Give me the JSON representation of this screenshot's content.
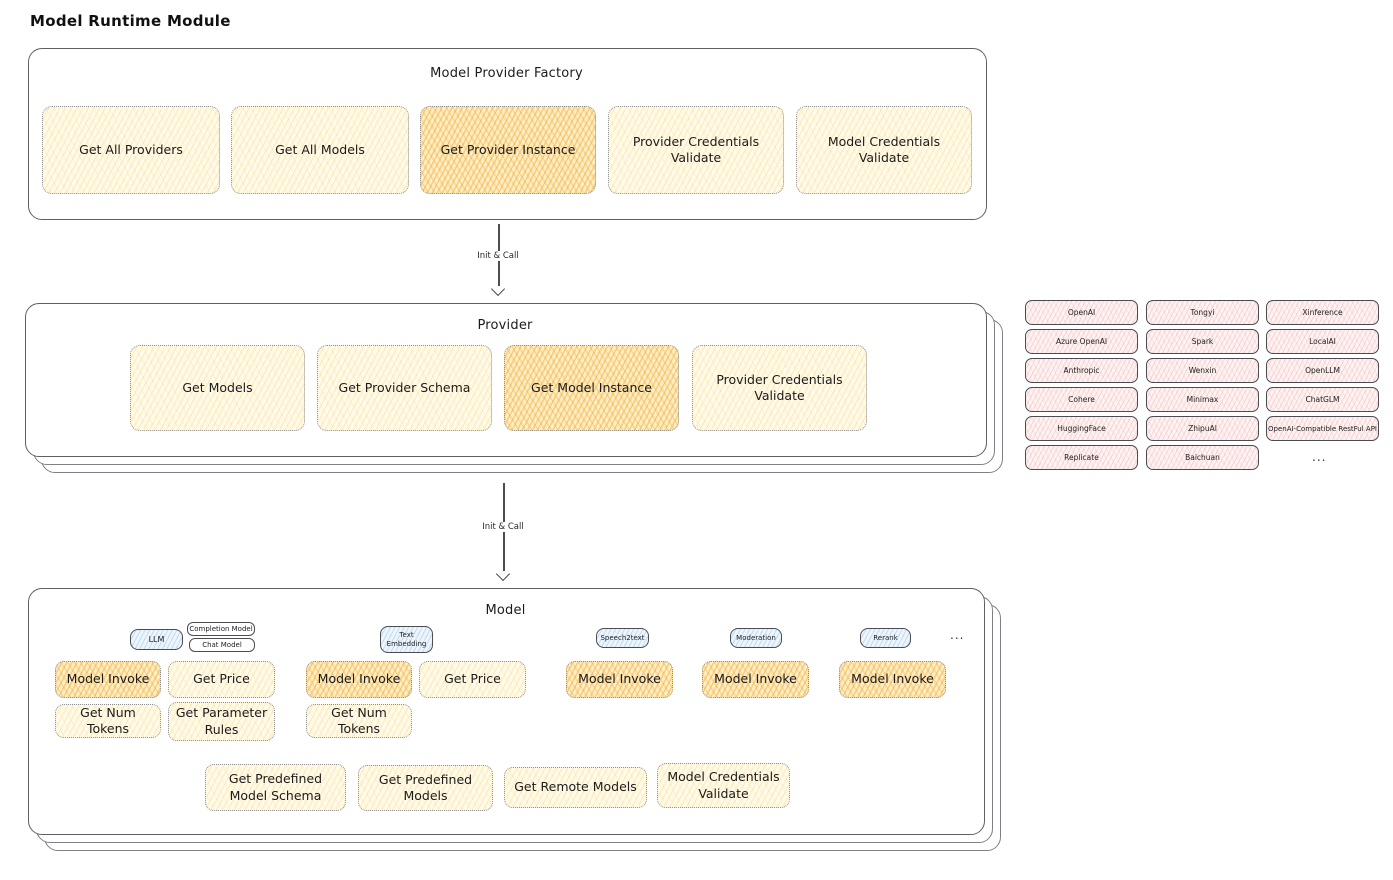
{
  "diagram": {
    "title": "Model Runtime Module",
    "arrow_label": "Init & Call",
    "factory": {
      "title": "Model Provider Factory",
      "cards": [
        {
          "label": "Get All Providers",
          "highlight": false
        },
        {
          "label": "Get All Models",
          "highlight": false
        },
        {
          "label": "Get Provider Instance",
          "highlight": true
        },
        {
          "label": "Provider Credentials Validate",
          "highlight": false
        },
        {
          "label": "Model Credentials Validate",
          "highlight": false
        }
      ]
    },
    "provider": {
      "title": "Provider",
      "cards": [
        {
          "label": "Get Models",
          "highlight": false
        },
        {
          "label": "Get Provider Schema",
          "highlight": false
        },
        {
          "label": "Get Model Instance",
          "highlight": true
        },
        {
          "label": "Provider Credentials Validate",
          "highlight": false
        }
      ]
    },
    "provider_list": {
      "items": [
        "OpenAI",
        "Azure OpenAI",
        "Anthropic",
        "Cohere",
        "HuggingFace",
        "Replicate",
        "Tongyi",
        "Spark",
        "Wenxin",
        "Minimax",
        "ZhipuAI",
        "Baichuan",
        "Xinference",
        "LocalAI",
        "OpenLLM",
        "ChatGLM",
        "OpenAI-Compatible RestFul API"
      ],
      "more": "..."
    },
    "model": {
      "title": "Model",
      "tabs": [
        {
          "label": "LLM",
          "style": "blue"
        },
        {
          "label": "Completion Model",
          "style": "white"
        },
        {
          "label": "Chat Model",
          "style": "white"
        },
        {
          "label": "Text Embedding",
          "style": "blue"
        },
        {
          "label": "Speech2text",
          "style": "blue"
        },
        {
          "label": "Moderation",
          "style": "blue"
        },
        {
          "label": "Rerank",
          "style": "blue"
        }
      ],
      "tabs_more": "...",
      "cards": [
        {
          "label": "Model Invoke",
          "highlight": true
        },
        {
          "label": "Get Price",
          "highlight": false
        },
        {
          "label": "Model Invoke",
          "highlight": true
        },
        {
          "label": "Get Price",
          "highlight": false
        },
        {
          "label": "Model Invoke",
          "highlight": true
        },
        {
          "label": "Model Invoke",
          "highlight": true
        },
        {
          "label": "Model Invoke",
          "highlight": true
        },
        {
          "label": "Get Num Tokens",
          "highlight": false
        },
        {
          "label": "Get Parameter Rules",
          "highlight": false
        },
        {
          "label": "Get Num Tokens",
          "highlight": false
        },
        {
          "label": "Get Predefined Model Schema",
          "highlight": false
        },
        {
          "label": "Get Predefined Models",
          "highlight": false
        },
        {
          "label": "Get Remote Models",
          "highlight": false
        },
        {
          "label": "Model Credentials Validate",
          "highlight": false
        }
      ]
    },
    "colors": {
      "card_yellow": "#fff6d9",
      "card_orange_highlight": "#f5ab35",
      "provider_pink": "#fbdfdf",
      "tab_blue": "#cfe7f7",
      "ink": "#1e1e1e"
    }
  }
}
